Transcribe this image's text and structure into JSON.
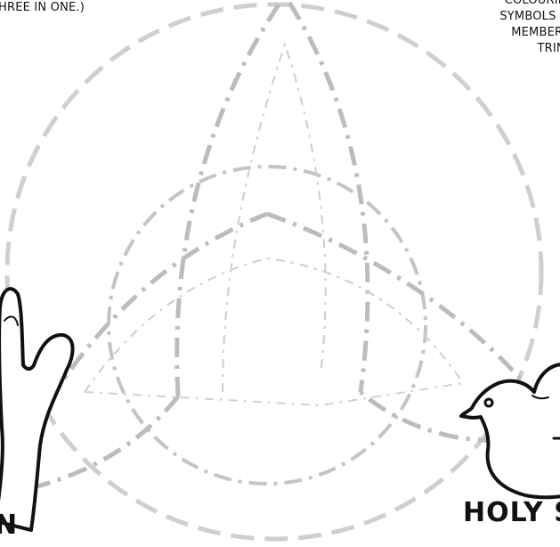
{
  "notes": {
    "top_left": "HREE IN ONE.)",
    "top_right_lines": [
      "COLOURING",
      "SYMBOLS OF",
      "MEMBER O",
      "TRINIT"
    ]
  },
  "labels": {
    "son": "N",
    "holy_spirit": "HOLY S"
  },
  "colors": {
    "ink": "#111111",
    "dash_outer": "#cfcfcf",
    "dash_knot": "#b9b9b9",
    "dash_inner": "#c8c8c8",
    "background": "#ffffff"
  },
  "icons": {
    "hand": "blessing-hand-icon",
    "dove": "dove-icon"
  }
}
